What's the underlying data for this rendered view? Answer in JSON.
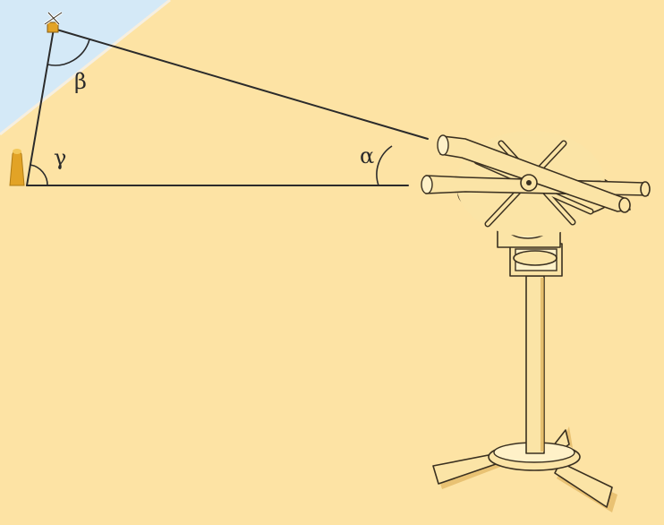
{
  "diagram": {
    "angles": {
      "alpha": "α",
      "beta": "β",
      "gamma": "γ"
    },
    "colors": {
      "background": "#fde3a4",
      "sky": "#d4e9f7",
      "lines": "#2b2b2b",
      "marker": "#e2a326",
      "instrument_fill": "#fbe4a6",
      "instrument_outline": "#3a3020"
    },
    "icons": {
      "target": "satellite-icon",
      "base_marker": "survey-marker-icon",
      "instrument": "theodolite-icon"
    }
  }
}
